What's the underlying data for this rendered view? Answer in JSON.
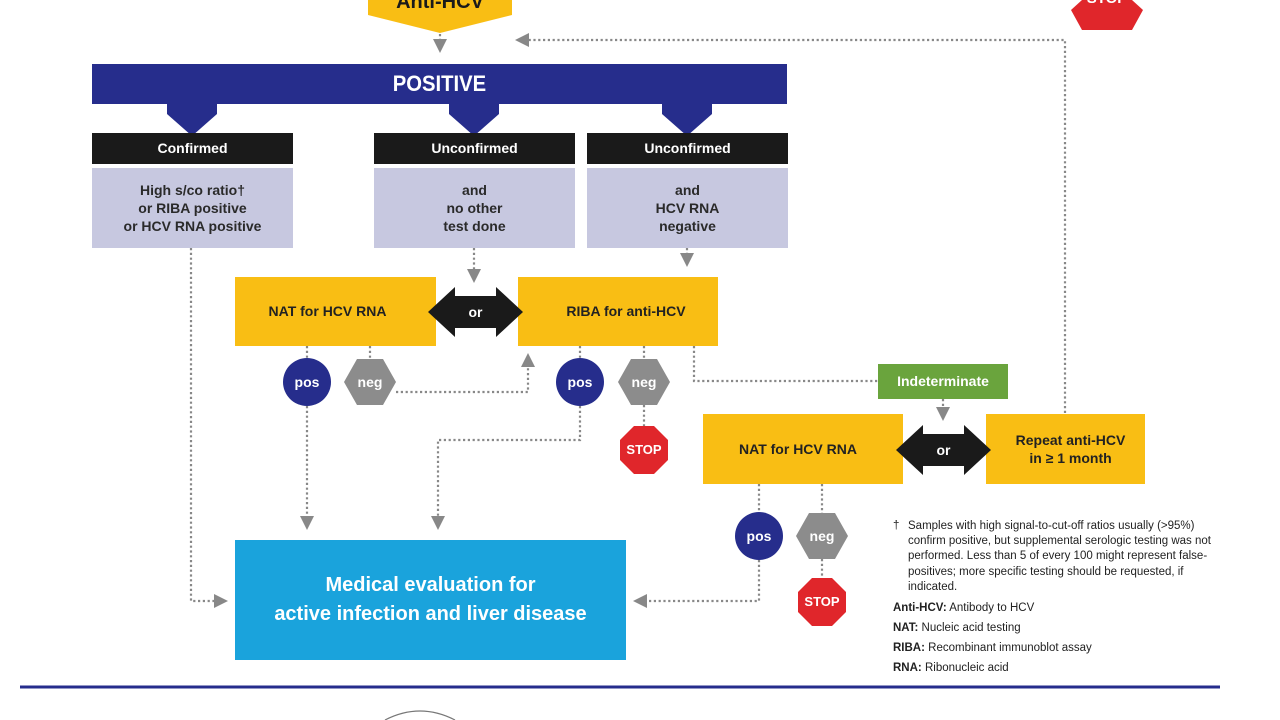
{
  "top": {
    "anti_hcv_label": "Anti-HCV",
    "stop_label": "STOP"
  },
  "positive_bar": {
    "label": "POSITIVE"
  },
  "columns": [
    {
      "header": "Confirmed",
      "body": "High s/co ratio†\nor RIBA positive\nor HCV RNA positive"
    },
    {
      "header": "Unconfirmed",
      "body": "and\nno other\ntest done"
    },
    {
      "header": "Unconfirmed",
      "body": "and\nHCV RNA\nnegative"
    }
  ],
  "tests": {
    "nat_label": "NAT for HCV RNA",
    "or_label": "or",
    "riba_label": "RIBA for anti-HCV",
    "indeterminate_label": "Indeterminate",
    "nat2_label": "NAT for HCV RNA",
    "or2_label": "or",
    "repeat_label": "Repeat anti-HCV\nin ≥ 1 month"
  },
  "results": {
    "pos": "pos",
    "neg": "neg",
    "stop": "STOP"
  },
  "outcome": {
    "label": "Medical evaluation for\nactive infection and liver disease"
  },
  "footnote": {
    "dagger": "†",
    "text": "Samples with high signal-to-cut-off ratios usually (>95%) confirm positive, but supplemental serologic testing was not performed.  Less than 5 of every 100 might represent false-positives; more specific testing should be requested, if indicated.",
    "abbreviations": [
      {
        "term": "Anti-HCV:",
        "definition": "Antibody to HCV"
      },
      {
        "term": "NAT:",
        "definition": "Nucleic acid testing"
      },
      {
        "term": "RIBA:",
        "definition": "Recombinant immunoblot assay"
      },
      {
        "term": "RNA:",
        "definition": "Ribonucleic acid"
      }
    ]
  },
  "colors": {
    "navy": "#262d8c",
    "black": "#1a1a1a",
    "lavender": "#c7c8e0",
    "yellow": "#f9be14",
    "green": "#6aa43d",
    "cyan": "#1aa3dc",
    "stop_red": "#e0262b",
    "neg_gray": "#8c8c8c",
    "connector": "#888888"
  }
}
